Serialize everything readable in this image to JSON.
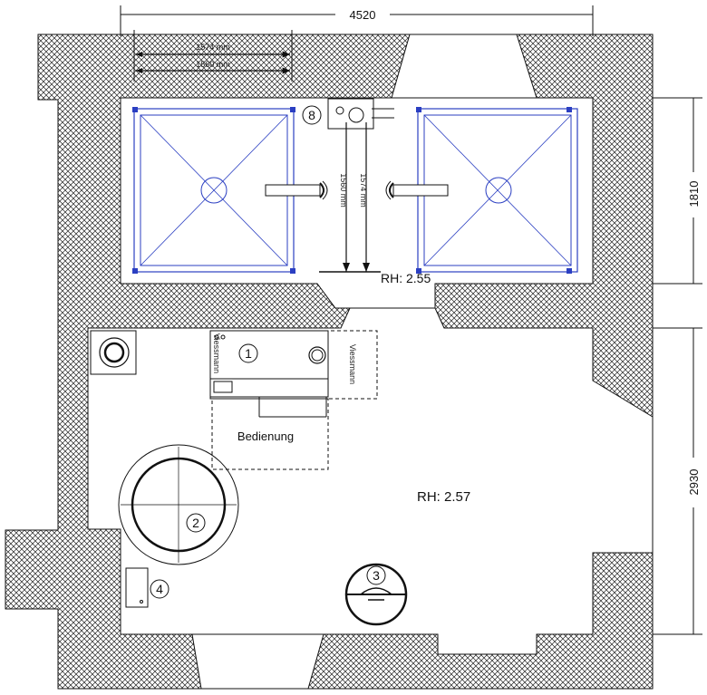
{
  "dimensions": {
    "total_width": "4520",
    "upper_room_depth": "1810",
    "lower_room_depth": "2930",
    "dim_top_1": "1574 mm",
    "dim_top_2": "1560 mm",
    "dim_vert_1": "1560 mm",
    "dim_vert_2": "1574 mm"
  },
  "rooms": {
    "upper_height": "RH: 2.55",
    "lower_height": "RH: 2.57"
  },
  "equipment": {
    "boiler_number": "1",
    "tank_number": "2",
    "drain_number": "3",
    "cabinet_number": "4",
    "pump_number": "8",
    "service_area_label": "Bedienung",
    "brand_front": "Viessmann",
    "brand_side": "Viessmann"
  },
  "colors": {
    "wall_hatch": "#222222",
    "tank_frames": "#2b3fc2",
    "ink": "#111111"
  }
}
